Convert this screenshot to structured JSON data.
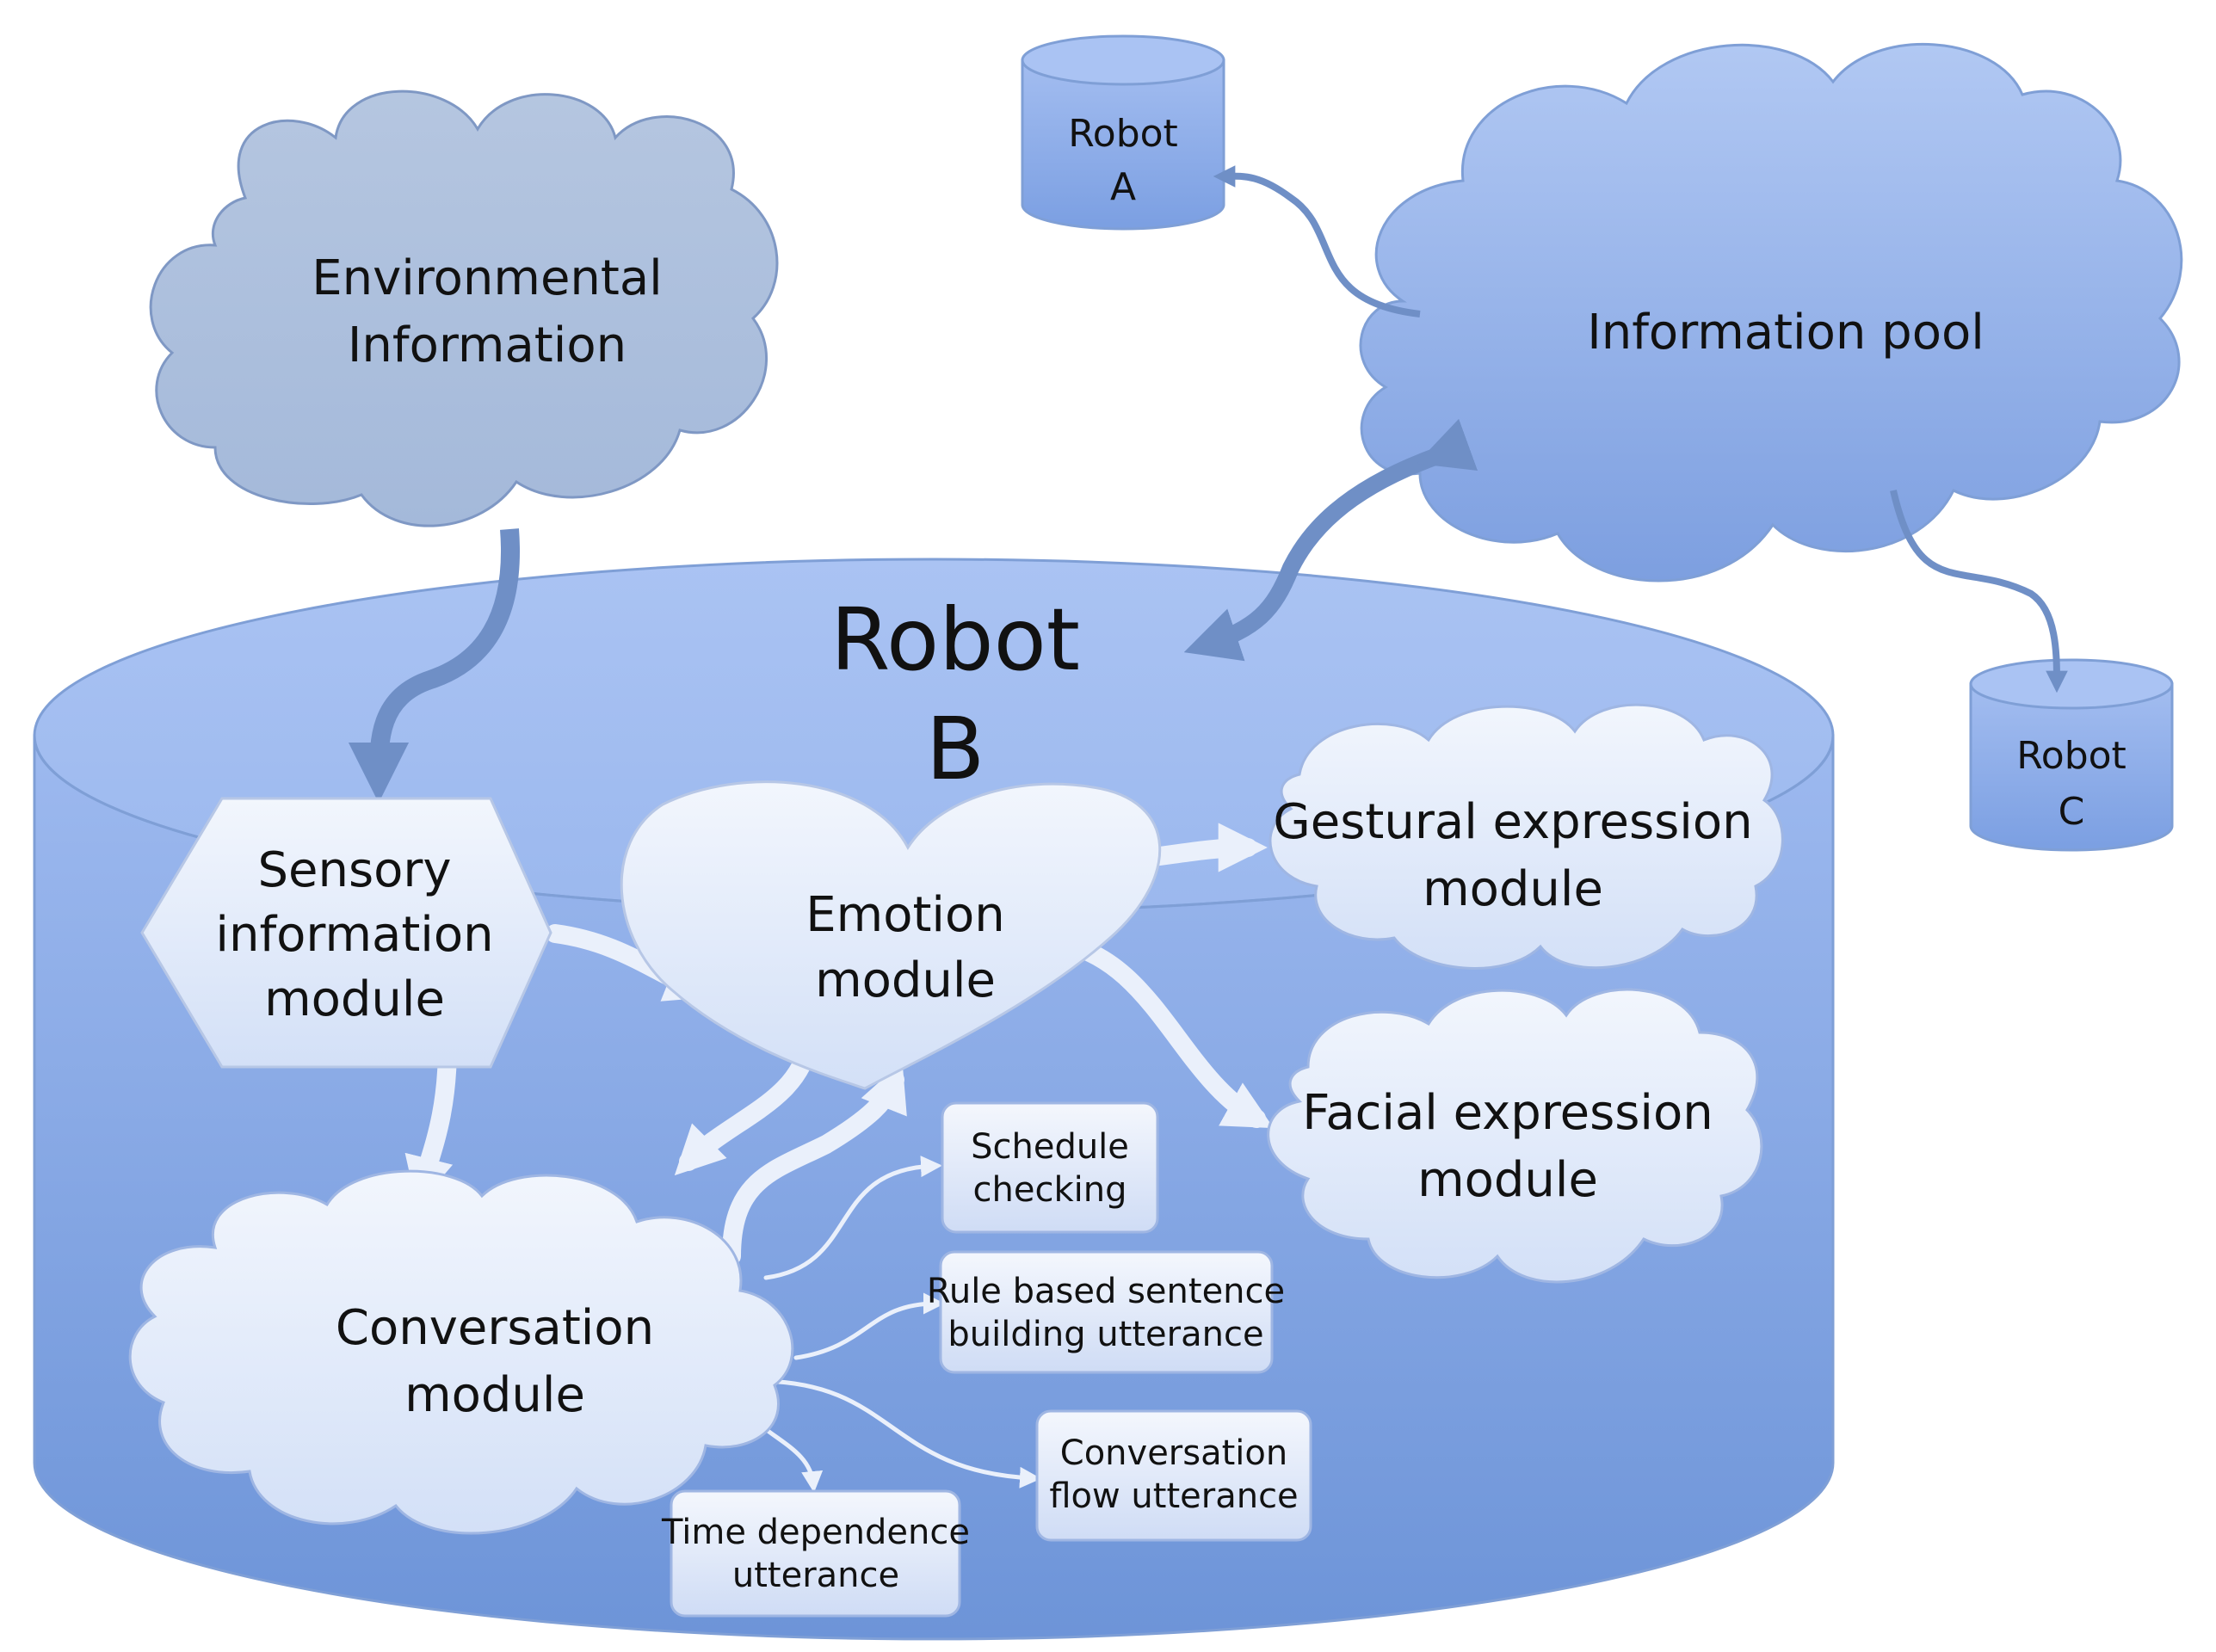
{
  "diagram": {
    "environment": {
      "lines": [
        "Environmental",
        "Information"
      ]
    },
    "info_pool": {
      "label": "Information pool"
    },
    "robot_a": {
      "lines": [
        "Robot",
        "A"
      ]
    },
    "robot_c": {
      "lines": [
        "Robot",
        "C"
      ]
    },
    "robot_b": {
      "lines": [
        "Robot",
        "B"
      ]
    },
    "sensory": {
      "lines": [
        "Sensory",
        "information",
        "module"
      ]
    },
    "emotion": {
      "lines": [
        "Emotion",
        "module"
      ]
    },
    "gestural": {
      "lines": [
        "Gestural expression",
        "module"
      ]
    },
    "facial": {
      "lines": [
        "Facial expression",
        "module"
      ]
    },
    "conversation": {
      "lines": [
        "Conversation",
        "module"
      ]
    },
    "schedule": {
      "lines": [
        "Schedule",
        "checking"
      ]
    },
    "rule_based": {
      "lines": [
        "Rule based sentence",
        "building utterance"
      ]
    },
    "conv_flow": {
      "lines": [
        "Conversation",
        "flow utterance"
      ]
    },
    "time_dep": {
      "lines": [
        "Time dependence",
        "utterance"
      ]
    }
  },
  "colors": {
    "cloud_gray_blue": "#a9bcdc",
    "cloud_blue": "#93b0ec",
    "robot_body": "#8fb0ea",
    "module_light": "#e6edfa",
    "arrow_dark": "#6f8fc6",
    "arrow_light": "#eaf0fb"
  }
}
